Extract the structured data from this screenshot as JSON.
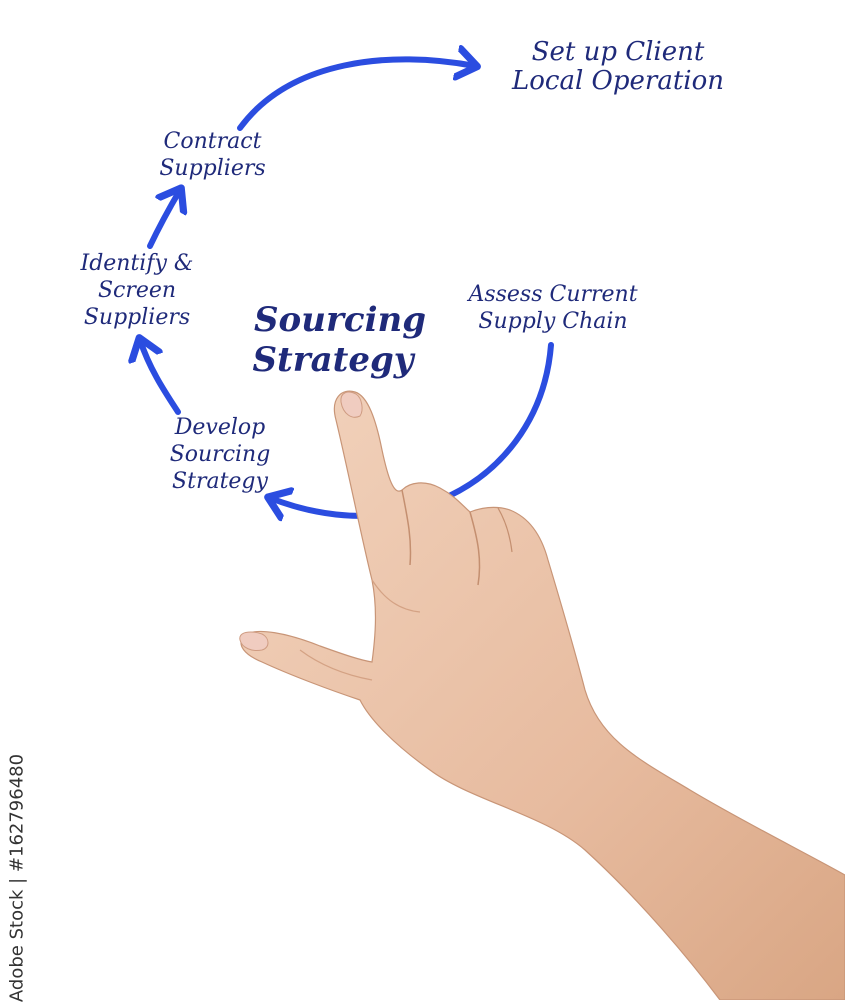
{
  "diagram": {
    "title": [
      "Sourcing",
      "Strategy"
    ],
    "steps": [
      {
        "id": "set-up-client",
        "lines": [
          "Set up Client",
          "Local Operation"
        ]
      },
      {
        "id": "contract-suppliers",
        "lines": [
          "Contract",
          "Suppliers"
        ]
      },
      {
        "id": "identify-screen",
        "lines": [
          "Identify &",
          "Screen",
          "Suppliers"
        ]
      },
      {
        "id": "assess-current",
        "lines": [
          "Assess Current",
          "Supply Chain"
        ]
      },
      {
        "id": "develop-sourcing",
        "lines": [
          "Develop",
          "Sourcing",
          "Strategy"
        ]
      }
    ],
    "colors": {
      "arrow": "#2b4de0",
      "text": "#1f2a7a",
      "skin": "#e9c1a7"
    }
  },
  "watermark": {
    "text": "Adobe Stock | #162796480"
  }
}
